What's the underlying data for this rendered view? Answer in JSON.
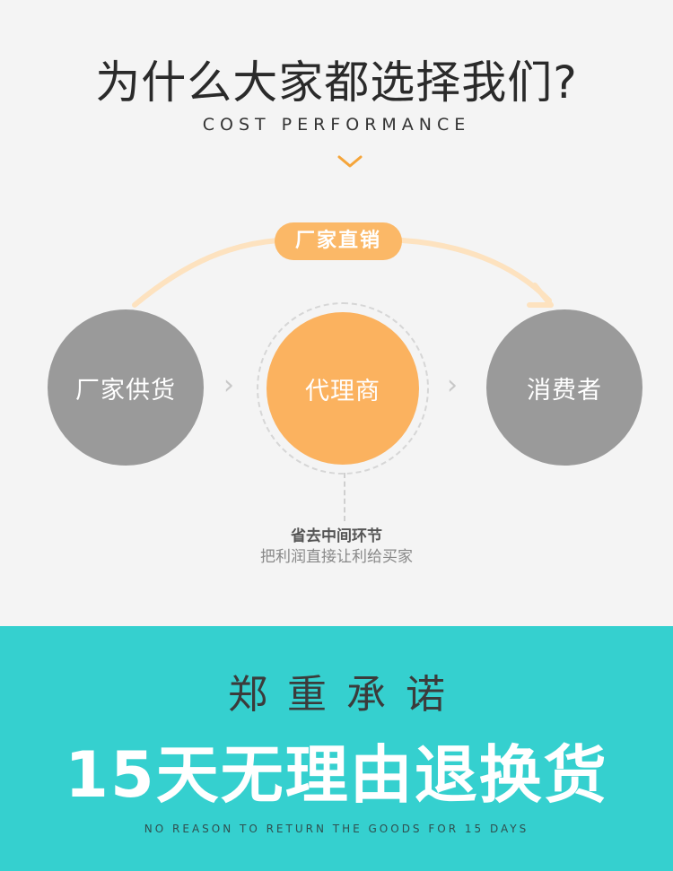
{
  "header": {
    "title": "为什么大家都选择我们?",
    "subtitle": "COST PERFORMANCE",
    "chevron_icon": "chevron-down-icon"
  },
  "flow": {
    "badge": "厂家直销",
    "nodes": [
      {
        "label": "厂家供货",
        "color": "#9a9a9a"
      },
      {
        "label": "代理商",
        "color": "#fbb25f"
      },
      {
        "label": "消费者",
        "color": "#9a9a9a"
      }
    ],
    "note_line1": "省去中间环节",
    "note_line2": "把利润直接让利给买家",
    "accent_color": "#fbb867"
  },
  "promise": {
    "heading": "郑重承诺",
    "main": "15天无理由退换货",
    "english": "NO REASON TO RETURN THE GOODS FOR 15 DAYS",
    "background": "#35d0cf"
  }
}
